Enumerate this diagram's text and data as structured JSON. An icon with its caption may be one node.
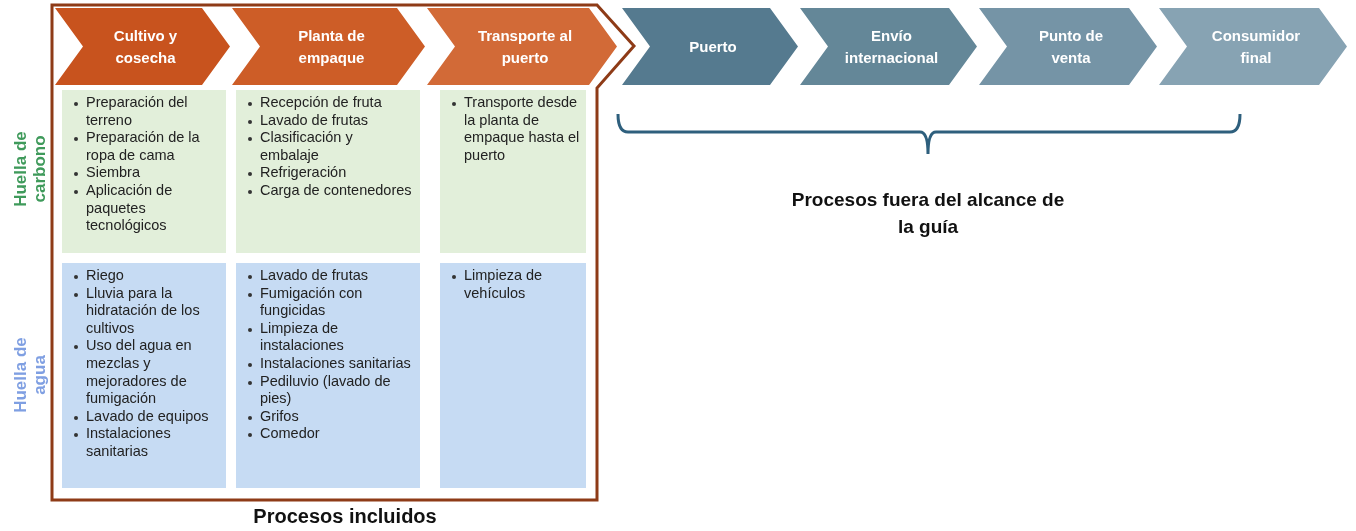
{
  "diagram": {
    "nodes": [
      {
        "text": [
          "Procesos incluidos"
        ]
      },
      {
        "text": [
          "Cultivo y cosecha"
        ],
        "in": 0
      },
      {
        "text": [
          "Planta de empaque"
        ],
        "in": 0
      },
      {
        "text": [
          "Transporte al puerto"
        ],
        "in": 0
      },
      {
        "text": [
          "Preparación del terreno",
          "Preparación de la ropa de cama",
          "Siembra",
          "Aplicación de paquetes tecnológicos"
        ],
        "in": 0
      },
      {
        "text": [
          "Recepción de fruta",
          "Lavado de frutas",
          "Clasificación y embalaje",
          "Refrigeración",
          "Carga de contenedores"
        ],
        "in": 0
      },
      {
        "text": [
          "Transporte desde la planta de empaque hasta el puerto"
        ],
        "in": 0
      },
      {
        "text": [
          "Riego",
          "Lluvia para la hidratación de los cultivos",
          "Uso del agua en mezclas y mejoradores de fumigación",
          "Lavado de equipos",
          "Instalaciones sanitarias"
        ],
        "in": 0
      },
      {
        "text": [
          "Lavado de frutas",
          "Fumigación con fungicidas",
          "Limpieza de instalaciones",
          "Instalaciones sanitarias",
          "Pediluvio (lavado de pies)",
          "Grifos",
          "Comedor"
        ],
        "in": 0
      },
      {
        "text": [
          "Limpieza de vehículos"
        ],
        "in": 0
      },
      {
        "text": [
          "Puerto"
        ]
      },
      {
        "text": [
          "Envío internacional"
        ]
      },
      {
        "text": [
          "Punto de venta"
        ]
      },
      {
        "text": [
          "Consumidor final"
        ]
      }
    ],
    "labels": [
      "Huella de carbono",
      "Huella de agua",
      "Procesos fuera del alcance de la guía"
    ]
  }
}
